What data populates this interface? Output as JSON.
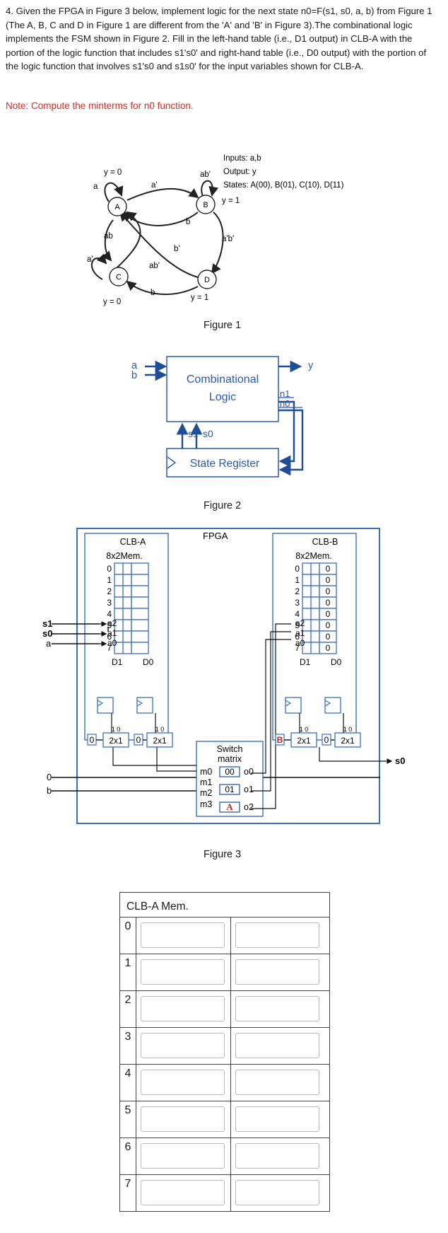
{
  "question": "4. Given the FPGA in Figure 3 below, implement logic for the next state n0=F(s1, s0, a, b) from Figure 1 (The A, B, C and D in Figure 1 are different from the 'A' and 'B' in Figure 3).The combinational logic implements the FSM shown in Figure 2. Fill in the left-hand table (i.e., D1 output) in CLB-A with the portion of the logic function that includes s1's0' and right-hand table (i.e., D0 output) with the portion of the logic function that involves s1's0 and s1s0' for the input variables shown for CLB-A.",
  "note": "Note: Compute the minterms for n0 function.",
  "fig1": {
    "caption": "Figure 1",
    "legend": [
      "Inputs: a,b",
      "Output: y",
      "States: A(00), B(01), C(10), D(11)"
    ],
    "states": [
      "A",
      "B",
      "C",
      "D"
    ],
    "outputs": {
      "A": "y = 0",
      "B": "y = 1",
      "C": "y = 0",
      "D": "y = 1"
    },
    "edge_labels": {
      "a_self": "a",
      "a_to_b": "a'",
      "b_self": "ab'",
      "b_to_a": "b",
      "b_to_d": "a'b'",
      "c_to_a": "ab",
      "c_self": "a'",
      "a_to_c": "ab'",
      "d_to_a": "b'",
      "d_to_c": "b"
    }
  },
  "fig2": {
    "caption": "Figure 2",
    "inputs": [
      "a",
      "b"
    ],
    "logic_label": [
      "Combinational",
      "Logic"
    ],
    "output": "y",
    "next_state": [
      "n1",
      "n0"
    ],
    "state_bits": [
      "s1",
      "s0"
    ],
    "register_label": "State Register"
  },
  "fig3": {
    "caption": "Figure 3",
    "title": "FPGA",
    "clb_a": {
      "title": "CLB-A",
      "mem": "8x2Mem.",
      "addr": [
        "0",
        "1",
        "2",
        "3",
        "4",
        "5",
        "6",
        "7"
      ],
      "pins": [
        "a2",
        "a1",
        "a0"
      ],
      "d_labels": [
        "D1",
        "D0"
      ],
      "mux": "2x1",
      "mux_bits": "1 0",
      "const": "0"
    },
    "clb_b": {
      "title": "CLB-B",
      "mem": "8x2Mem.",
      "addr": [
        "0",
        "1",
        "2",
        "3",
        "4",
        "5",
        "6",
        "7"
      ],
      "values": [
        "0",
        "0",
        "0",
        "0",
        "0",
        "0",
        "0",
        "0"
      ],
      "pins": [
        "a2",
        "a1",
        "a0"
      ],
      "d_labels": [
        "D1",
        "D0"
      ],
      "mux": "2x1",
      "mux_bits": "1 0",
      "const": "0",
      "b_tag": "B"
    },
    "left_inputs": [
      "s1",
      "s0",
      "a",
      "0",
      "b"
    ],
    "output": "s0",
    "switch": {
      "title": [
        "Switch",
        "matrix"
      ],
      "in": [
        "m0",
        "m1",
        "m2",
        "m3"
      ],
      "vals": [
        "00",
        "01",
        "A"
      ],
      "out": [
        "o0",
        "o1",
        "o2"
      ]
    }
  },
  "table": {
    "title": "CLB-A Mem.",
    "rows": [
      "0",
      "1",
      "2",
      "3",
      "4",
      "5",
      "6",
      "7"
    ]
  }
}
